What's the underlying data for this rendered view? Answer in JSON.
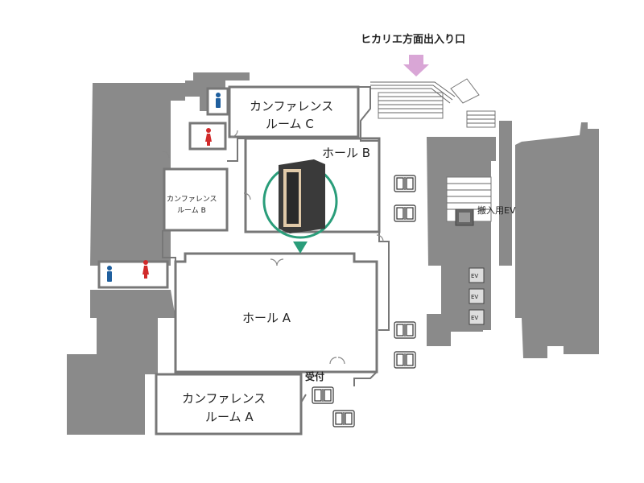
{
  "entrance": {
    "label": "ヒカリエ方面出入り口",
    "arrow_color": "#d9a6d6"
  },
  "rooms": {
    "conference_c_line1": "カンファレンス",
    "conference_c_line2": "ルーム C",
    "hall_b": "ホール B",
    "conference_b_line1": "カンファレンス",
    "conference_b_line2": "ルーム B",
    "hall_a": "ホール A",
    "conference_a_line1": "カンファレンス",
    "conference_a_line2": "ルーム A"
  },
  "labels": {
    "reception": "受付",
    "freight_ev": "搬入用EV",
    "ev": "EV"
  },
  "colors": {
    "wall_fill": "#8a8a8a",
    "marker_ring": "#2a9d7a",
    "male_icon": "#1f5f9e",
    "female_icon": "#d12a2a",
    "booth": "#3a3a3a"
  }
}
